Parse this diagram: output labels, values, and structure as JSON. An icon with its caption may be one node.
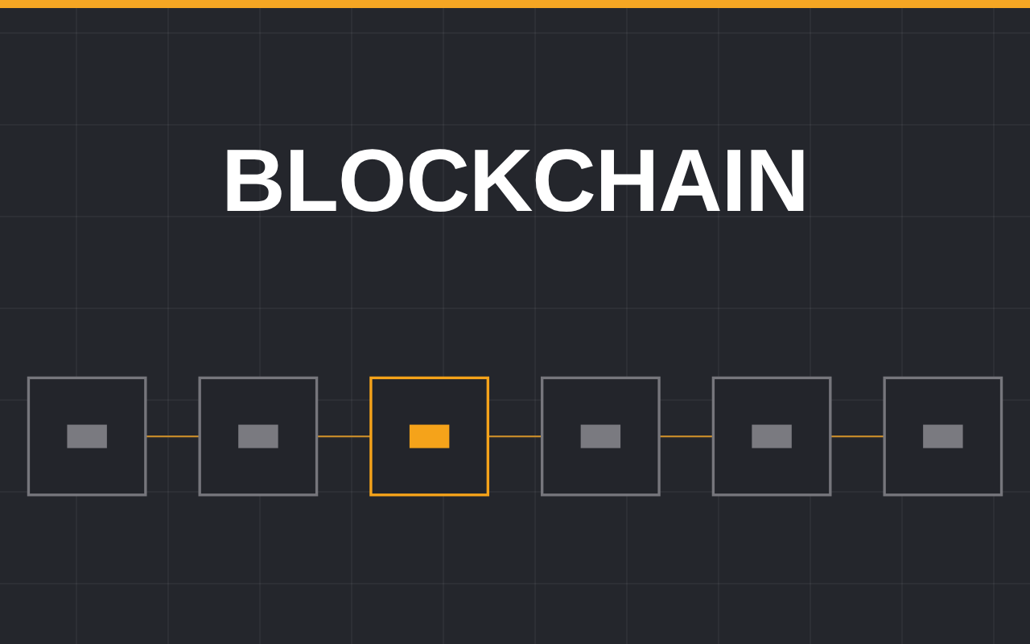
{
  "diagram": {
    "title": "BLOCKCHAIN",
    "nodes": [
      {
        "text": [],
        "shape": "box"
      },
      {
        "text": [],
        "shape": "box"
      },
      {
        "text": [],
        "shape": "box"
      },
      {
        "text": [],
        "shape": "box"
      },
      {
        "text": [],
        "shape": "box"
      },
      {
        "text": [],
        "shape": "box"
      }
    ],
    "edges": [
      {
        "from": 0,
        "to": 1,
        "arrow": "none"
      },
      {
        "from": 1,
        "to": 2,
        "arrow": "none"
      },
      {
        "from": 2,
        "to": 3,
        "arrow": "none"
      },
      {
        "from": 3,
        "to": 4,
        "arrow": "none"
      },
      {
        "from": 4,
        "to": 5,
        "arrow": "none"
      }
    ]
  }
}
